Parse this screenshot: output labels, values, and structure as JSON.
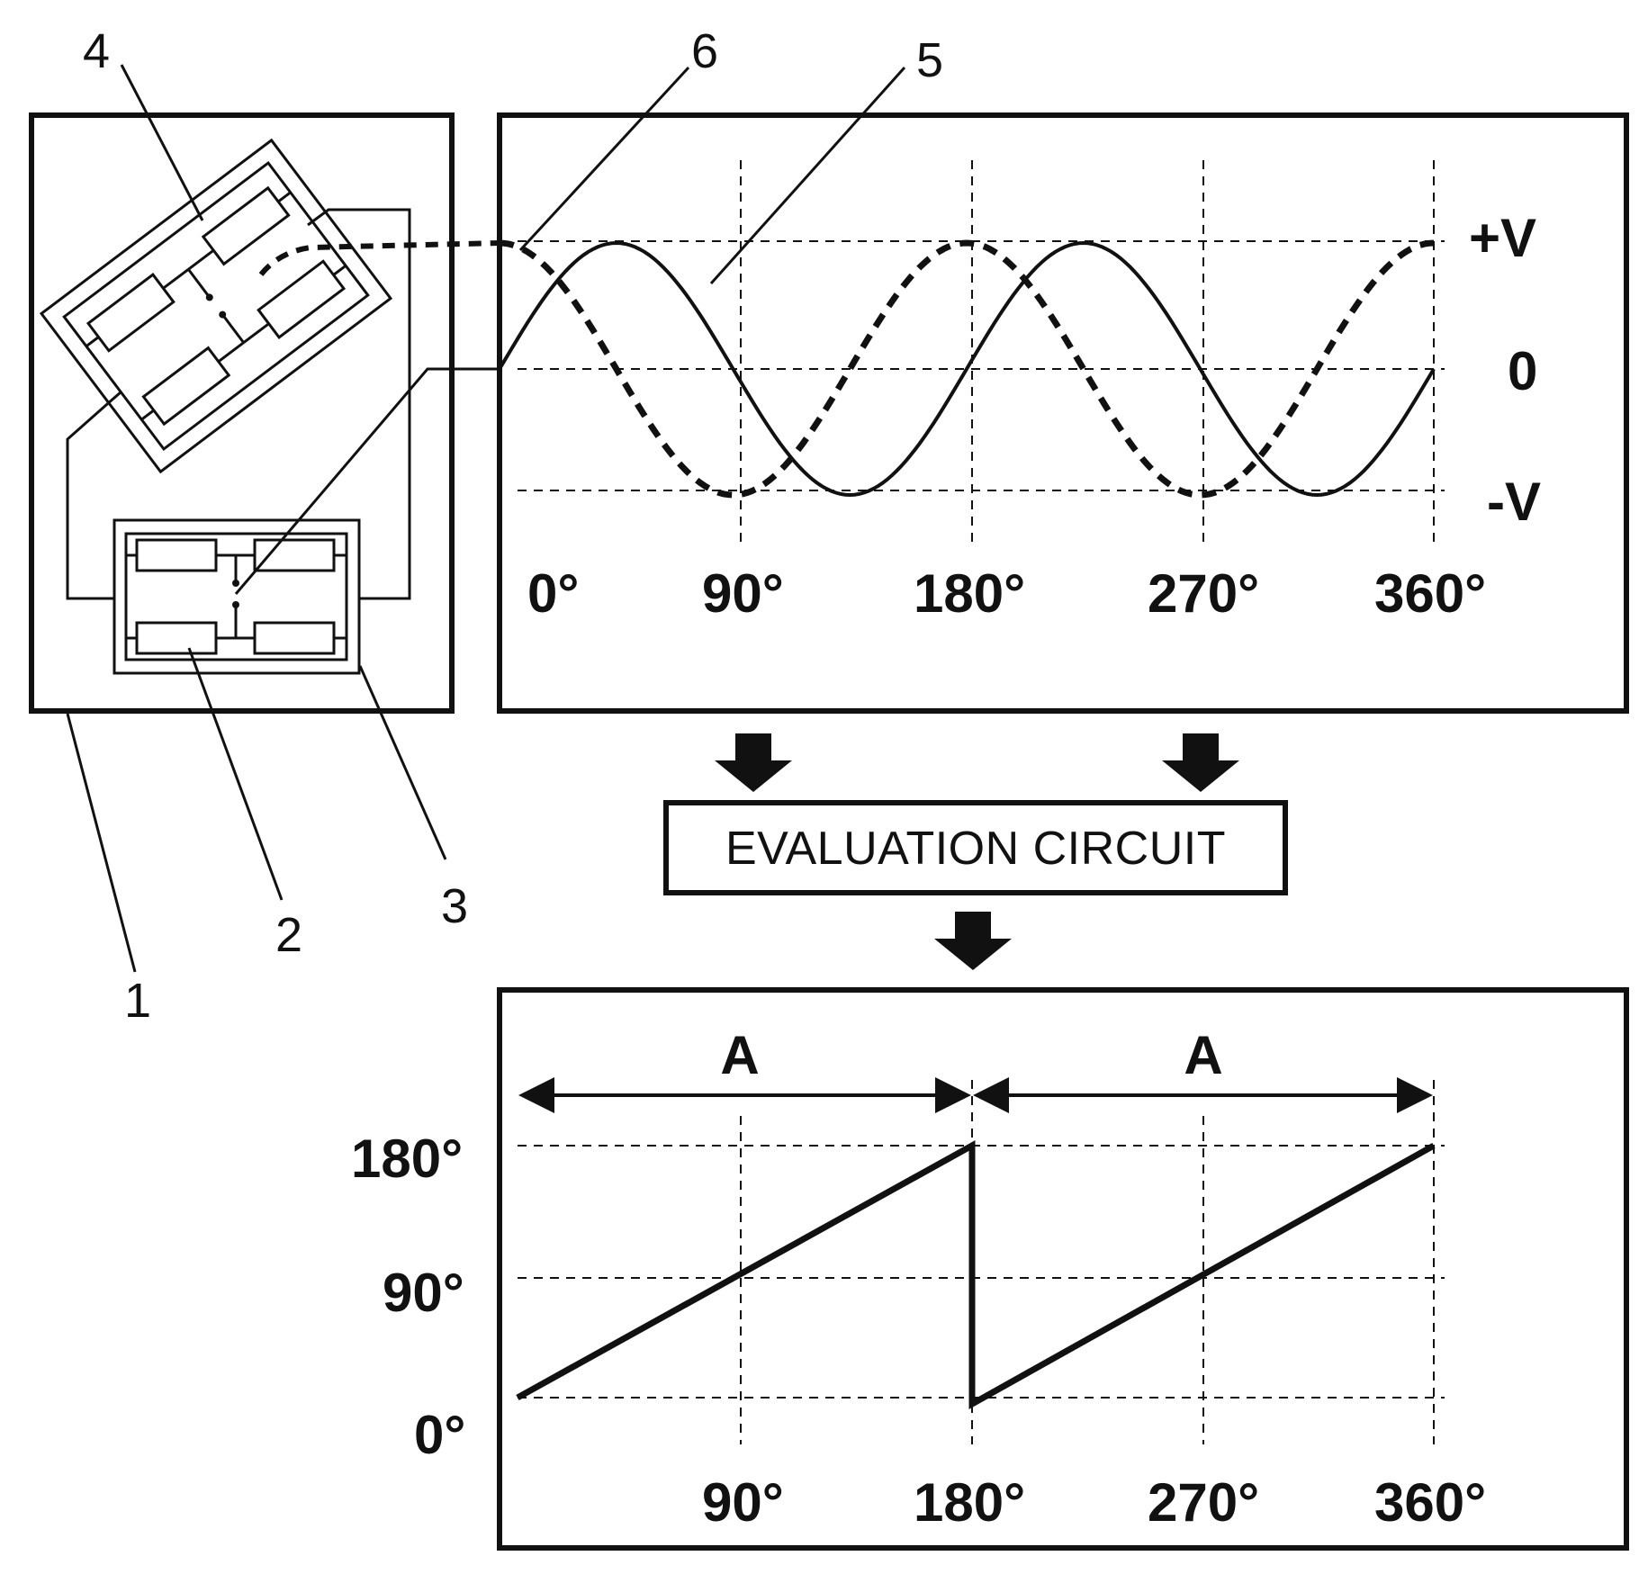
{
  "callouts": {
    "c1": "1",
    "c2": "2",
    "c3": "3",
    "c4": "4",
    "c5": "5",
    "c6": "6"
  },
  "top_plot": {
    "y_labels": {
      "pos": "+V",
      "zero": "0",
      "neg": "-V"
    },
    "x_labels": [
      "0°",
      "90°",
      "180°",
      "270°",
      "360°"
    ]
  },
  "evaluation_box": {
    "label": "EVALUATION CIRCUIT"
  },
  "bottom_plot": {
    "range_labels": [
      "A",
      "A"
    ],
    "y_labels": [
      "180°",
      "90°",
      "0°"
    ],
    "x_labels": [
      "90°",
      "180°",
      "270°",
      "360°"
    ]
  },
  "colors": {
    "ink": "#111111",
    "background": "#ffffff"
  }
}
